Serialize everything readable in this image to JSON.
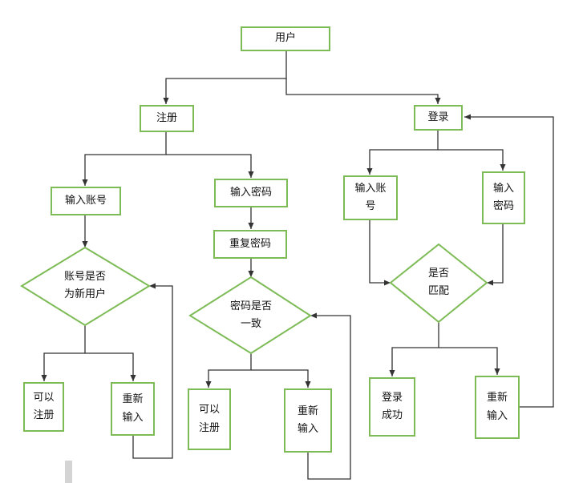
{
  "nodes": {
    "user": "用户",
    "register": "注册",
    "login": "登录",
    "reg_input_account": "输入账号",
    "reg_input_password": "输入密码",
    "reg_repeat_password": "重复密码",
    "reg_check_account": "账号是否\n为新用户",
    "reg_check_password": "密码是否\n一致",
    "reg_can_register_1": "可以\n注册",
    "reg_reinput_1": "重新\n输入",
    "reg_can_register_2": "可以\n注册",
    "reg_reinput_2": "重新\n输入",
    "login_input_account": "输入账\n号",
    "login_input_password": "输入\n密码",
    "login_check_match": "是否\n匹配",
    "login_success": "登录\n成功",
    "login_reinput": "重新\n输入"
  },
  "colors": {
    "node_border": "#7cbb55",
    "connector": "#333333"
  }
}
